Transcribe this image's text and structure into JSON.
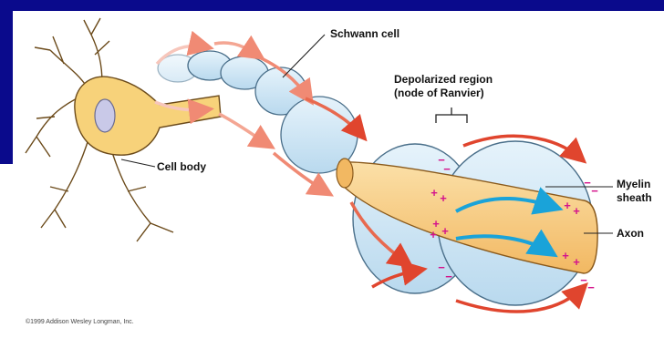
{
  "diagram": {
    "labels": {
      "schwann_cell": "Schwann cell",
      "depolarized_line1": "Depolarized region",
      "depolarized_line2": "(node of Ranvier)",
      "cell_body": "Cell body",
      "myelin_line1": "Myelin",
      "myelin_line2": "sheath",
      "axon": "Axon"
    },
    "copyright": "©1999 Addison Wesley Longman, Inc.",
    "charges": {
      "plus": "+",
      "minus": "−"
    },
    "colors": {
      "slide_background": "#0a0a8c",
      "cell_body": "#f7d27a",
      "nucleus": "#c9c9e8",
      "schwann_cell": "#cfe6f5",
      "myelin_sheath": "#d9ecf7",
      "axon": "#f6c77d",
      "local_current_arrow": "#1aa3d9",
      "current_arrow": "#e0452e",
      "charge": "#d4148c"
    }
  }
}
